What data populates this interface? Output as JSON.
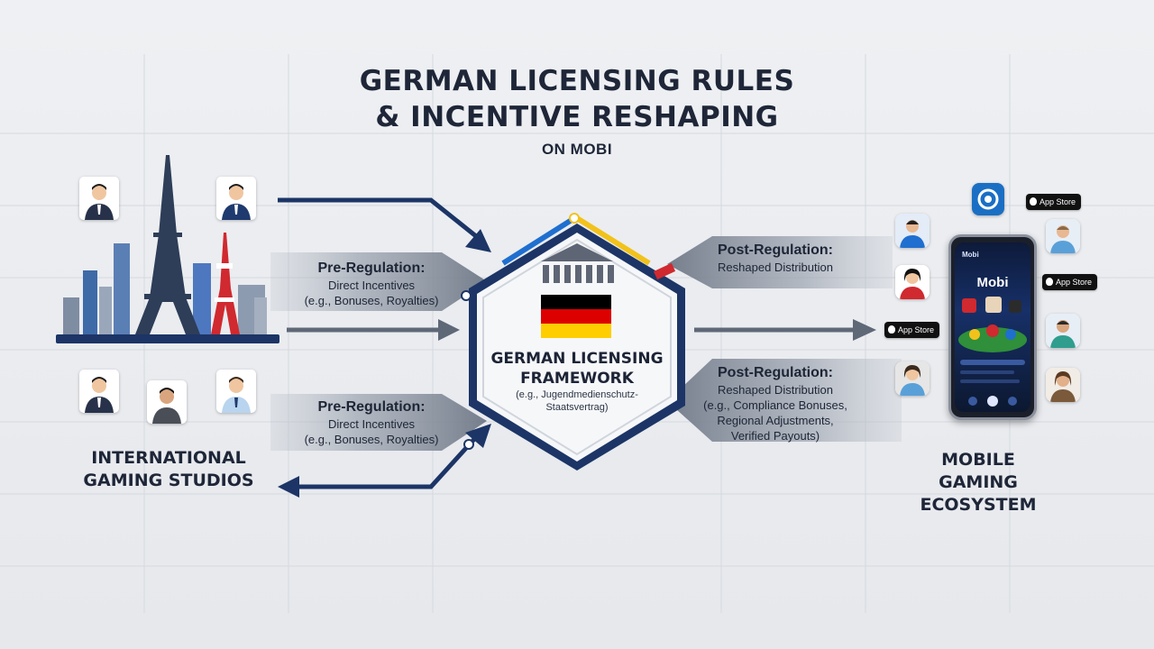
{
  "title": {
    "line1": "GERMAN LICENSING RULES",
    "line2": "& INCENTIVE RESHAPING",
    "subtitle": "ON MOBI"
  },
  "left": {
    "label_line1": "INTERNATIONAL",
    "label_line2": "GAMING STUDIOS"
  },
  "right": {
    "label_line1": "MOBILE GAMING",
    "label_line2": "ECOSYSTEM"
  },
  "bands": {
    "pre_top": {
      "title": "Pre-Regulation:",
      "line1": "Direct Incentives",
      "line2": "(e.g., Bonuses, Royalties)"
    },
    "pre_bottom": {
      "title": "Pre-Regulation:",
      "line1": "Direct Incentives",
      "line2": "(e.g., Bonuses, Royalties)"
    },
    "post_top": {
      "title": "Post-Regulation:",
      "line1": "Reshaped Distribution"
    },
    "post_bottom": {
      "title": "Post-Regulation:",
      "line1": "Reshaped Distribution",
      "line2": "(e.g., Compliance Bonuses,",
      "line3": "Regional Adjustments,",
      "line4": "Verified Payouts)"
    }
  },
  "hub": {
    "line1": "GERMAN LICENSING",
    "line2": "FRAMEWORK",
    "line3": "(e.g., Jugendmedienschutz-",
    "line4": "Staatsvertrag)"
  },
  "phone": {
    "top_label": "Mobi",
    "brand": "Mobi"
  },
  "store_badges": [
    "App Store",
    "App Store",
    "App Store"
  ],
  "colors": {
    "navy": "#1c3566",
    "accent_blue": "#1f6fd0",
    "accent_yellow": "#f2c21b",
    "accent_red": "#d0292f",
    "flag_black": "#000000",
    "flag_red": "#dd0000",
    "flag_gold": "#ffce00"
  }
}
